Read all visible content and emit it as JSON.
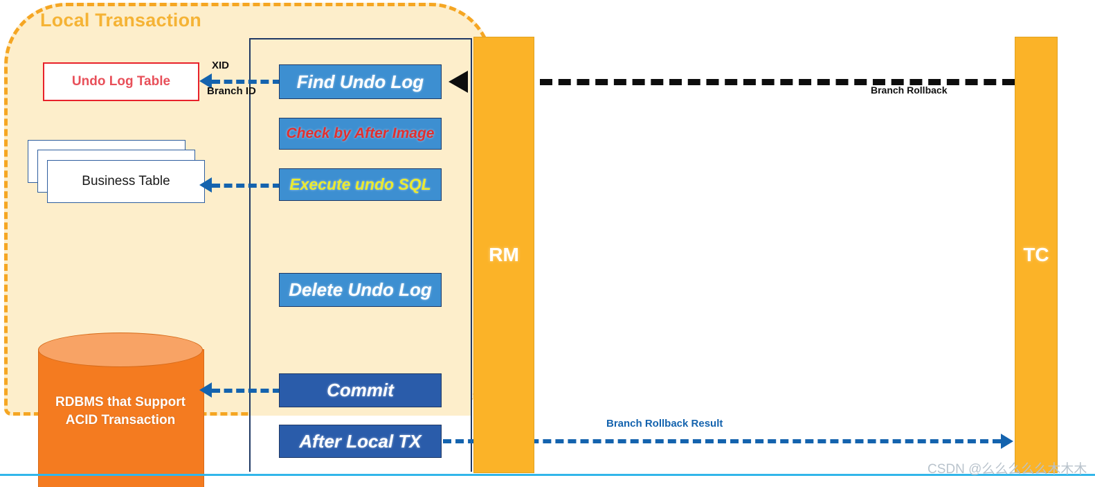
{
  "region": {
    "title": "Local Transaction",
    "border_color": "#f5a623",
    "fill_color": "#fdeecb"
  },
  "left_artifacts": {
    "undo_log_table": "Undo Log Table",
    "business_table": "Business Table",
    "database": {
      "lines": [
        "RDBMS",
        "that",
        "Support",
        "ACID",
        "Transaction"
      ],
      "body_color": "#f47b20",
      "top_color": "#f8a365"
    }
  },
  "process": {
    "steps": [
      {
        "label": "Find Undo Log",
        "style": "light",
        "text_color": "#ffffff"
      },
      {
        "label": "Check by After Image",
        "style": "light",
        "text_color": "#e03030"
      },
      {
        "label": "Execute undo SQL",
        "style": "light",
        "text_color": "#eaea30"
      },
      {
        "label": "Delete Undo Log",
        "style": "light",
        "text_color": "#ffffff"
      },
      {
        "label": "Commit",
        "style": "dark",
        "text_color": "#ffffff"
      },
      {
        "label": "After Local TX",
        "style": "dark",
        "text_color": "#ffffff"
      }
    ]
  },
  "pillars": {
    "rm": "RM",
    "tc": "TC",
    "color": "#fbb328"
  },
  "connectors": {
    "xid": "XID",
    "branch_id": "Branch ID",
    "branch_rollback": "Branch Rollback",
    "branch_rollback_result": "Branch Rollback Result",
    "blue": "#1463ae",
    "black": "#0d0d0d"
  },
  "footer": {
    "watermark": "CSDN @么么么么么木木木",
    "rule_color": "#31b6ea"
  }
}
